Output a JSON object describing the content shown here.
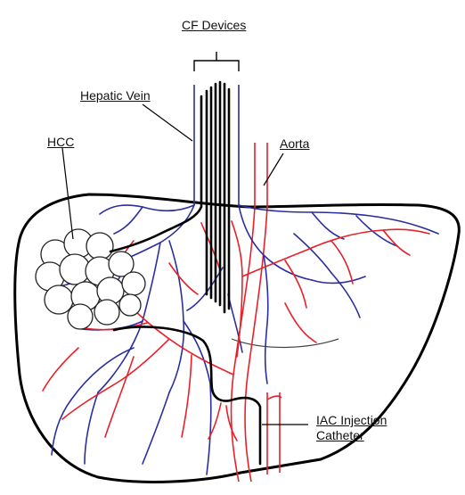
{
  "labels": {
    "cf_devices": "CF Devices",
    "hepatic_vein": "Hepatic Vein",
    "hcc": "HCC",
    "aorta": "Aorta",
    "iac_line1": "IAC Injection",
    "iac_line2": "Catheter"
  },
  "colors": {
    "outline": "#000000",
    "veins": "#2b2f9e",
    "arteries": "#e8202a",
    "tumor_fill": "#ffffff"
  }
}
